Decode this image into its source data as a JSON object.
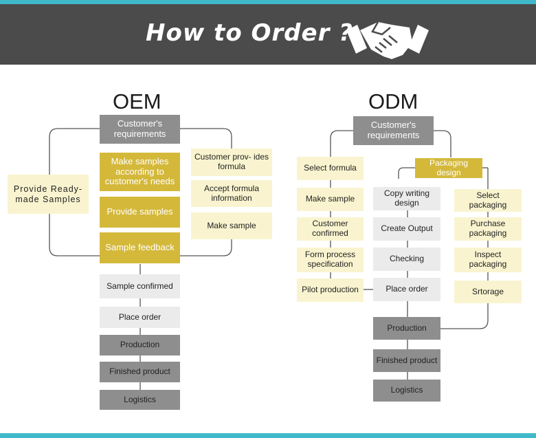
{
  "banner": {
    "title": "How to Order ?",
    "icon": "handshake-icon"
  },
  "colors": {
    "accent_bar": "#3fb9c9",
    "banner_bg": "#4b4b4b",
    "yellow": "#d4b83a",
    "pale_yellow": "#f9f4cf",
    "gray": "#8e8e8e",
    "light_gray": "#ebebeb"
  },
  "oem": {
    "heading": "OEM",
    "requirements": "Customer's requirements",
    "left_branch": "Provide Ready-made Samples",
    "make_samples": "Make samples according to customer's needs",
    "provide_samples": "Provide samples",
    "sample_feedback": "Sample feedback",
    "right_branch": [
      "Customer prov- ides formula",
      "Accept formula information",
      "Make sample"
    ],
    "steps": [
      "Sample confirmed",
      "Place order",
      "Production",
      "Finished product",
      "Logistics"
    ]
  },
  "odm": {
    "heading": "ODM",
    "requirements": "Customer's requirements",
    "left_col": [
      "Select formula",
      "Make sample",
      "Customer confirmed",
      "Form process specification",
      "Pilot production"
    ],
    "packaging_design": "Packaging design",
    "mid_col": [
      "Copy writing design",
      "Create Output",
      "Checking",
      "Place order"
    ],
    "right_col": [
      "Select packaging",
      "Purchase packaging",
      "Inspect packaging",
      "Srtorage"
    ],
    "bottom": [
      "Production",
      "Finished product",
      "Logistics"
    ]
  }
}
